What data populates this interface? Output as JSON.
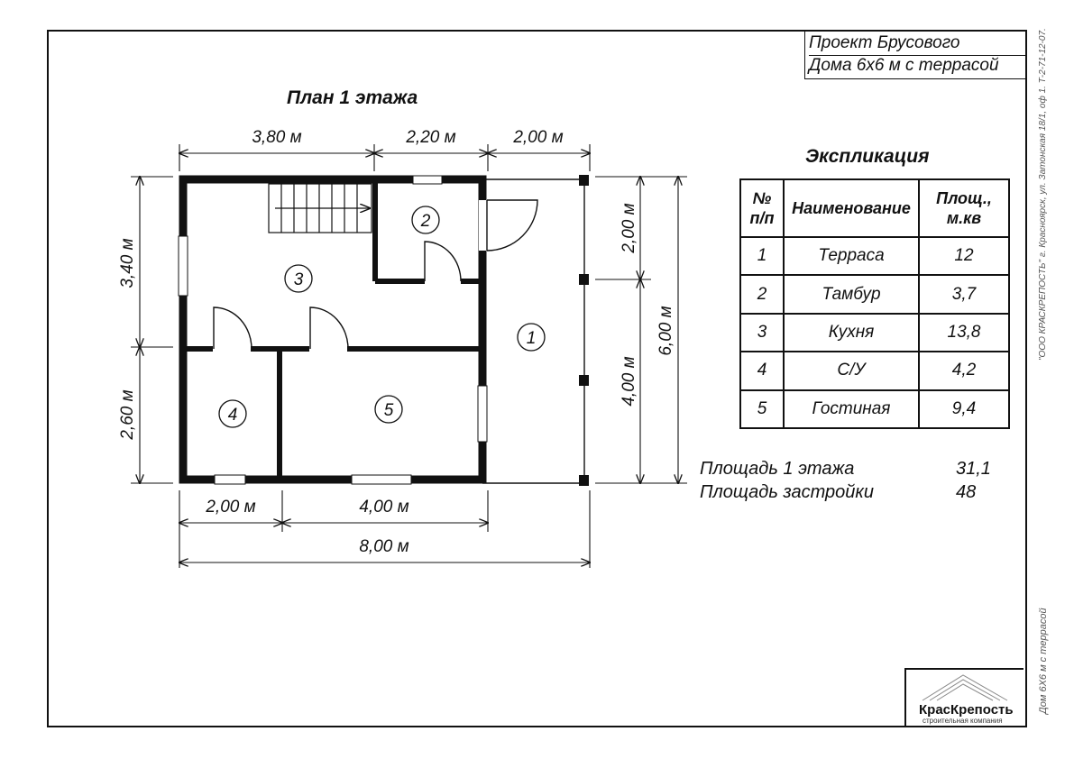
{
  "stamp": {
    "line1": "Проект  Брусового",
    "line2": "Дома 6х6 м с террасой"
  },
  "plan_title": "План 1 этажа",
  "dimensions": {
    "top": [
      "3,80 м",
      "2,20 м",
      "2,00 м"
    ],
    "bottom": [
      "2,00 м",
      "4,00 м"
    ],
    "total": "8,00 м",
    "left": [
      "3,40 м",
      "2,60 м"
    ],
    "right_inner": [
      "2,00 м",
      "4,00 м"
    ],
    "right_outer": "6,00 м"
  },
  "room_numbers": [
    "1",
    "2",
    "3",
    "4",
    "5"
  ],
  "explication": {
    "title": "Экспликация",
    "headers": [
      "№\nп/п",
      "Наименование",
      "Площ.,\nм.кв"
    ],
    "rows": [
      [
        "1",
        "Терраса",
        "12"
      ],
      [
        "2",
        "Тамбур",
        "3,7"
      ],
      [
        "3",
        "Кухня",
        "13,8"
      ],
      [
        "4",
        "С/У",
        "4,2"
      ],
      [
        "5",
        "Гостиная",
        "9,4"
      ]
    ]
  },
  "areas": [
    {
      "label": "Площадь 1 этажа",
      "value": "31,1"
    },
    {
      "label": "Площадь застройки",
      "value": "48"
    }
  ],
  "side_address": "\"ООО КРАСКРЕПОСТЬ\" г. Красноярск, ул. Затонская 18/1, оф 1. Т-2-71-12-07.",
  "side_caption": "Дом 6Х6 м с террасой",
  "logo": {
    "brand": "КрасКрепость",
    "tagline": "строительная компания"
  }
}
